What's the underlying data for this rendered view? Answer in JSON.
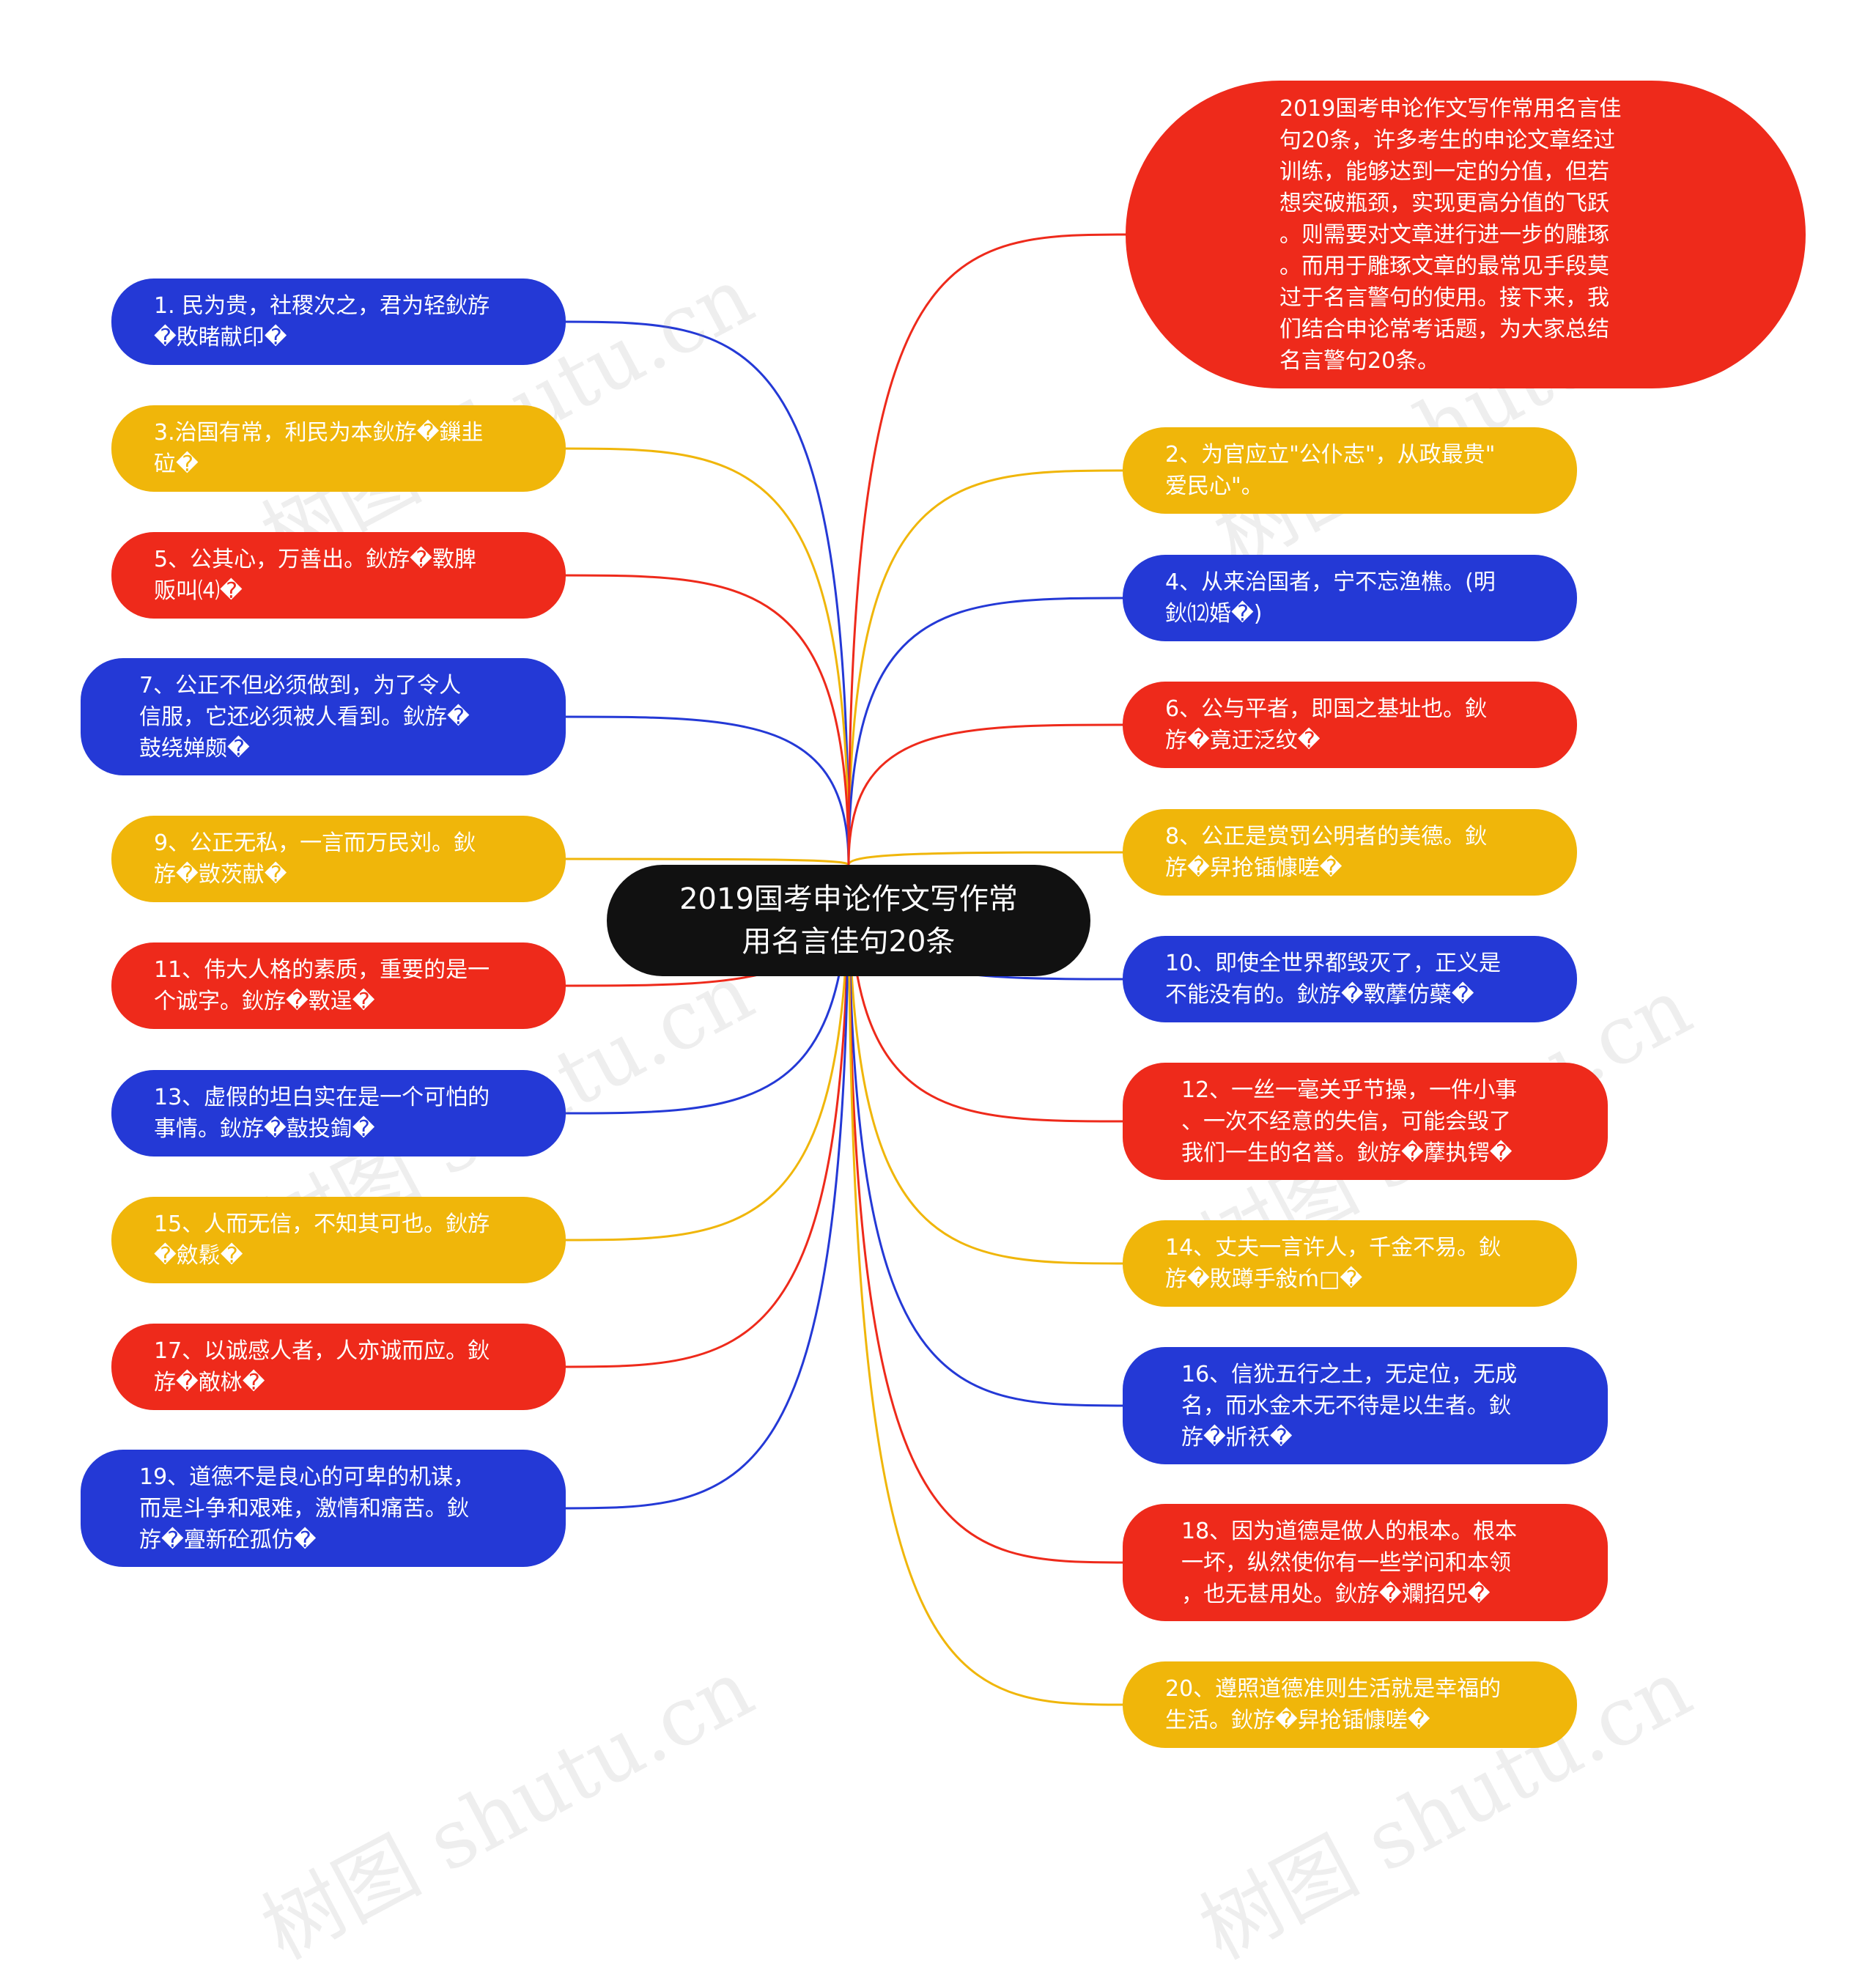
{
  "center": {
    "text": "2019国考申论作文写作常\n用名言佳句20条",
    "color": "#111111"
  },
  "intro": {
    "text": "2019国考申论作文写作常用名言佳\n句20条，许多考生的申论文章经过\n训练，能够达到一定的分值，但若\n想突破瓶颈，实现更高分值的飞跃\n。则需要对文章进行进一步的雕琢\n。而用于雕琢文章的最常见手段莫\n过于名言警句的使用。接下来，我\n们结合申论常考话题，为大家总结\n名言警句20条。",
    "color": "#ee2a1b"
  },
  "colors": {
    "blue": "#2439d6",
    "yellow": "#f0b60a",
    "red": "#ee2a1b"
  },
  "left_items": [
    {
      "text": "1. 民为贵，社稷次之，君为轻鈥斿\n�敗睹献印�",
      "color": "blue"
    },
    {
      "text": "3.治国有常，利民为本鈥斿�鏁韭\n砬�",
      "color": "yellow"
    },
    {
      "text": "5、公其心，万善出。鈥斿�斁脾\n贩叫⑷�",
      "color": "red"
    },
    {
      "text": "7、公正不但必须做到，为了令人\n信服，它还必须被人看到。鈥斿�\n鼓绕婵颇�",
      "color": "blue"
    },
    {
      "text": "9、公正无私，一言而万民刘。鈥\n斿�敳茨献�",
      "color": "yellow"
    },
    {
      "text": "11、伟大人格的素质，重要的是一\n个诚字。鈥斿�斁逞�",
      "color": "red"
    },
    {
      "text": "13、虚假的坦白实在是一个可怕的\n事情。鈥斿�敼投鍧�",
      "color": "blue"
    },
    {
      "text": "15、人而无信，不知其可也。鈥斿\n�斂鬏�",
      "color": "yellow"
    },
    {
      "text": "17、以诚感人者，人亦诚而应。鈥\n斿�敵栤�",
      "color": "red"
    },
    {
      "text": "19、道德不是良心的可卑的机谋，\n而是斗争和艰难，激情和痛苦。鈥\n斿�亹新砼孤仿�",
      "color": "blue"
    }
  ],
  "right_items": [
    {
      "text": "2、为官应立\"公仆志\"，从政最贵\"\n爱民心\"。",
      "color": "yellow"
    },
    {
      "text": "4、从来治国者，宁不忘渔樵。(明\n鈥⑿婚�)",
      "color": "blue"
    },
    {
      "text": "6、公与平者，即国之基址也。鈥\n斿�竟迂泛纹�",
      "color": "red"
    },
    {
      "text": "8、公正是赏罚公明者的美德。鈥\n斿�舁抢锸慷嗟�",
      "color": "yellow"
    },
    {
      "text": "10、即使全世界都毁灭了，正义是\n不能没有的。鈥斿�斁藦仿蘗�",
      "color": "blue"
    },
    {
      "text": "12、一丝一毫关乎节操，一件小事\n、一次不经意的失信，可能会毁了\n我们一生的名誉。鈥斿�藦执锷�",
      "color": "red"
    },
    {
      "text": "14、丈夫一言许人，千金不易。鈥\n斿�敗蹲手敍ḿ□�",
      "color": "yellow"
    },
    {
      "text": "16、信犹五行之土，无定位，无成\n名，而水金木无不待是以生者。鈥\n斿�斨袄�",
      "color": "blue"
    },
    {
      "text": "18、因为道德是做人的根本。根本\n一坏，纵然使你有一些学问和本领\n，也无甚用处。鈥斿�斕招兕�",
      "color": "red"
    },
    {
      "text": "20、遵照道德准则生活就是幸福的\n生活。鈥斿�舁抢锸慷嗟�",
      "color": "yellow"
    }
  ],
  "watermark": "树图 shutu.cn"
}
